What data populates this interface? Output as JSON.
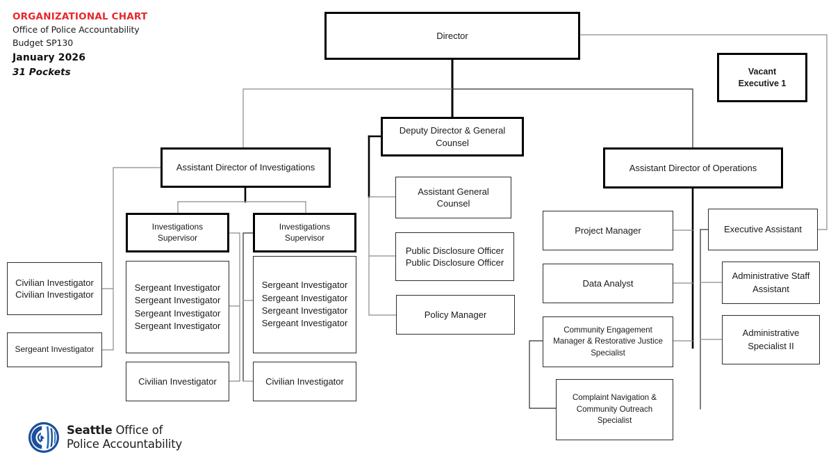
{
  "header": {
    "title": "ORGANIZATIONAL CHART",
    "org": "Office of Police Accountability",
    "budget": "Budget SP130",
    "date": "January 2026",
    "pockets": "31 Pockets",
    "title_color": "#E8272C"
  },
  "logo": {
    "name": "seattle-opa-logo",
    "line1_bold": "Seattle",
    "line1_rest": " Office of",
    "line2": "Police Accountability",
    "mark_color": "#1B4F9C"
  },
  "nodes": {
    "director": {
      "label": "Director"
    },
    "vacant_executive": {
      "line1": "Vacant",
      "line2": "Executive 1"
    },
    "deputy_director": {
      "line1": "Deputy Director & General",
      "line2": "Counsel"
    },
    "assistant_general_counsel": {
      "label": "Assistant General Counsel"
    },
    "public_disclosure": {
      "line1": "Public Disclosure Officer",
      "line2": "Public Disclosure Officer"
    },
    "policy_manager": {
      "label": "Policy Manager"
    },
    "ad_investigations": {
      "label": "Assistant Director of Investigations"
    },
    "inv_supervisor_left": {
      "label": "Investigations Supervisor"
    },
    "inv_supervisor_right": {
      "label": "Investigations Supervisor"
    },
    "sergeants_left": {
      "lines": [
        "Sergeant Investigator",
        "Sergeant Investigator",
        "Sergeant Investigator",
        "Sergeant Investigator"
      ]
    },
    "sergeants_right": {
      "lines": [
        "Sergeant Investigator",
        "Sergeant Investigator",
        "Sergeant Investigator",
        "Sergeant Investigator"
      ]
    },
    "civilian_inv_left": {
      "label": "Civilian Investigator"
    },
    "civilian_inv_right": {
      "label": "Civilian Investigator"
    },
    "civilian_pair_far_left": {
      "line1": "Civilian Investigator",
      "line2": "Civilian Investigator"
    },
    "sergeant_far_left": {
      "label": "Sergeant Investigator"
    },
    "ad_operations": {
      "label": "Assistant Director of Operations"
    },
    "project_manager": {
      "label": "Project Manager"
    },
    "data_analyst": {
      "label": "Data Analyst"
    },
    "community_engagement": {
      "line1": "Community Engagement",
      "line2": "Manager & Restorative Justice",
      "line3": "Specialist"
    },
    "complaint_navigation": {
      "line1": "Complaint Navigation &",
      "line2": "Community Outreach",
      "line3": "Specialist"
    },
    "executive_assistant": {
      "label": "Executive Assistant"
    },
    "admin_staff_assistant": {
      "line1": "Administrative Staff",
      "line2": "Assistant"
    },
    "admin_specialist_ii": {
      "line1": "Administrative",
      "line2": "Specialist II"
    }
  }
}
